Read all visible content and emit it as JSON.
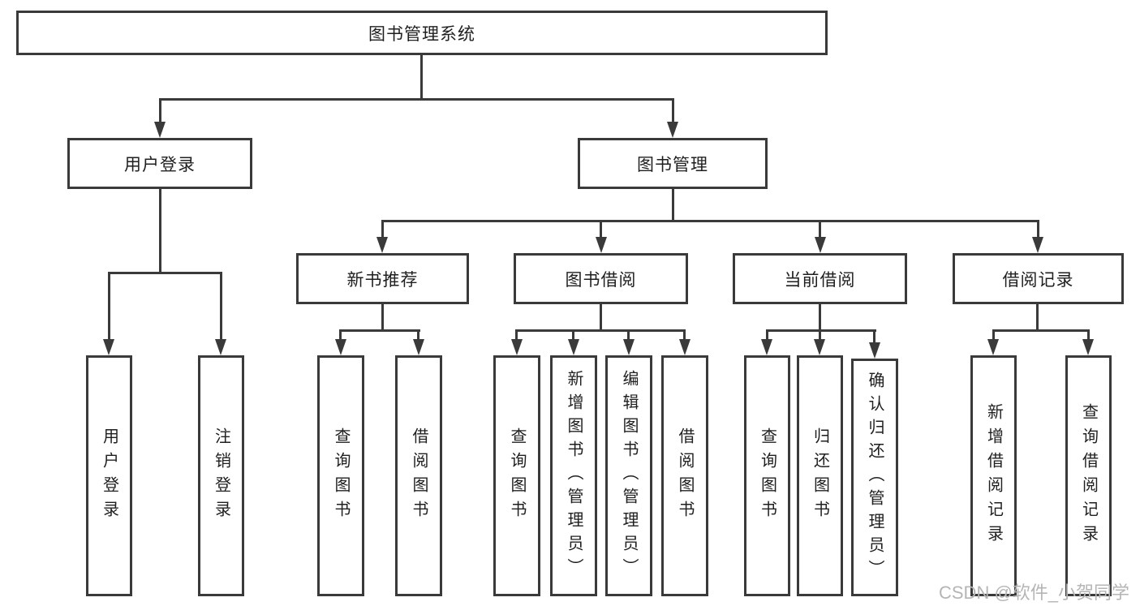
{
  "diagram": {
    "type": "hierarchy-flowchart",
    "root": {
      "label": "图书管理系统"
    },
    "branches": [
      {
        "label": "用户登录",
        "children": [
          {
            "label": "用户登录"
          },
          {
            "label": "注销登录"
          }
        ]
      },
      {
        "label": "图书管理",
        "children": [
          {
            "label": "新书推荐",
            "children": [
              {
                "label": "查询图书"
              },
              {
                "label": "借阅图书"
              }
            ]
          },
          {
            "label": "图书借阅",
            "children": [
              {
                "label": "查询图书"
              },
              {
                "label": "新增图书（管理员）"
              },
              {
                "label": "编辑图书（管理员）"
              },
              {
                "label": "借阅图书"
              }
            ]
          },
          {
            "label": "当前借阅",
            "children": [
              {
                "label": "查询图书"
              },
              {
                "label": "归还图书"
              },
              {
                "label": "确认归还（管理员）"
              }
            ]
          },
          {
            "label": "借阅记录",
            "children": [
              {
                "label": "新增借阅记录"
              },
              {
                "label": "查询借阅记录"
              }
            ]
          }
        ]
      }
    ],
    "watermark": "CSDN @软件_小贺同学",
    "colors": {
      "line": "#3a3a3a",
      "ink": "#1f1f1f",
      "watermark": "#b5b5b5",
      "background": "#ffffff"
    }
  }
}
